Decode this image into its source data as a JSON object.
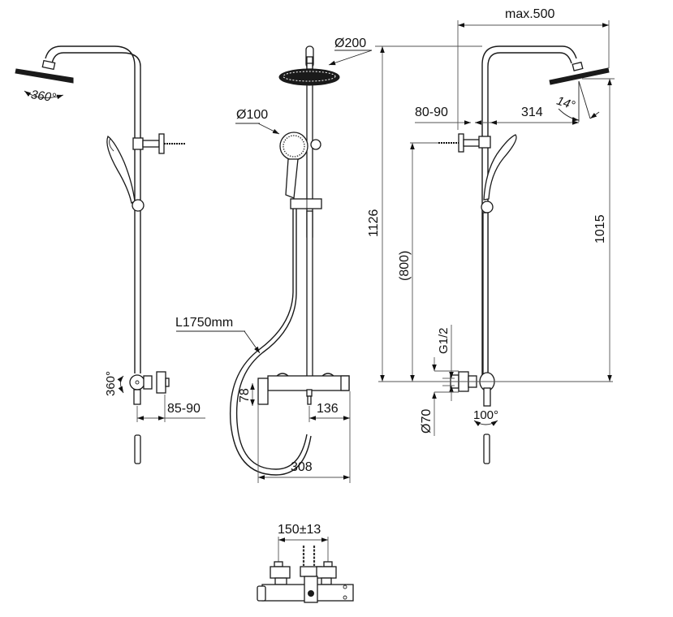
{
  "drawing": {
    "title": "Shower column technical dimension drawing",
    "views": {
      "side_left": {
        "head_rotation": "360°",
        "mixer_rotation": "360°",
        "wall_offset": "85-90"
      },
      "front": {
        "overhead_diameter": "Ø200",
        "hand_diameter": "Ø100",
        "hose_length": "L1750mm",
        "mixer_height": "78",
        "outlet_offset": "136",
        "mixer_width": "308"
      },
      "side_right": {
        "arm_reach": "max.500",
        "bracket_offset": "80-90",
        "head_offset": "314",
        "head_tilt": "14°",
        "total_height": "1126",
        "inlet_to_bracket": "(800)",
        "inlet_to_head": "1015",
        "thread": "G1/2",
        "escutcheon_diameter": "Ø70",
        "handle_rotation": "100°"
      },
      "top": {
        "inlet_centers": "150±13"
      }
    }
  }
}
